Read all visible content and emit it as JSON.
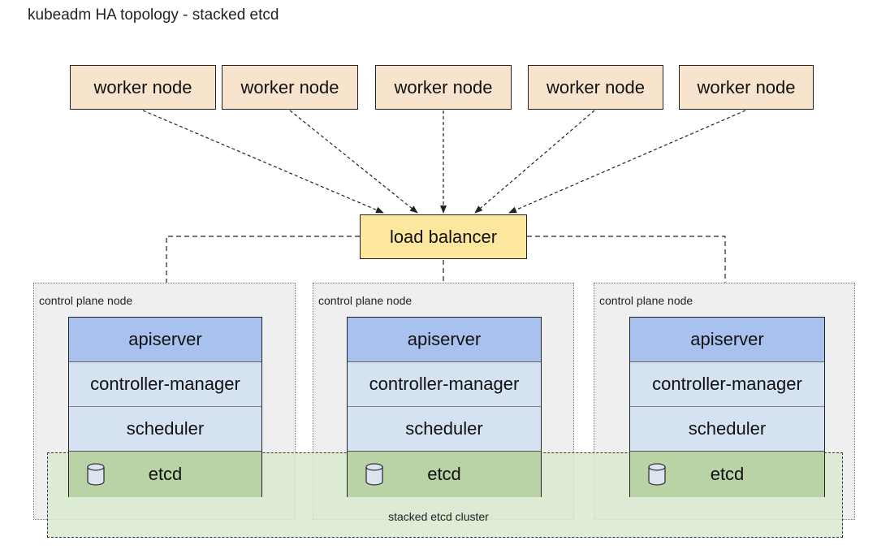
{
  "title": "kubeadm HA topology - stacked etcd",
  "workers": [
    "worker node",
    "worker node",
    "worker node",
    "worker node",
    "worker node"
  ],
  "load_balancer": "load balancer",
  "control_plane": {
    "label": "control plane node",
    "nodes": [
      {
        "apiserver": "apiserver",
        "controller_manager": "controller-manager",
        "scheduler": "scheduler",
        "etcd": "etcd"
      },
      {
        "apiserver": "apiserver",
        "controller_manager": "controller-manager",
        "scheduler": "scheduler",
        "etcd": "etcd"
      },
      {
        "apiserver": "apiserver",
        "controller_manager": "controller-manager",
        "scheduler": "scheduler",
        "etcd": "etcd"
      }
    ]
  },
  "etcd_cluster_label": "stacked etcd cluster",
  "colors": {
    "worker": "#f8e4cd",
    "load_balancer": "#fde69e",
    "apiserver": "#a9c1ee",
    "component": "#d5e2f2",
    "etcd": "#bad3a6",
    "cluster": "#d9eacf"
  },
  "icons": [
    "database-icon"
  ]
}
